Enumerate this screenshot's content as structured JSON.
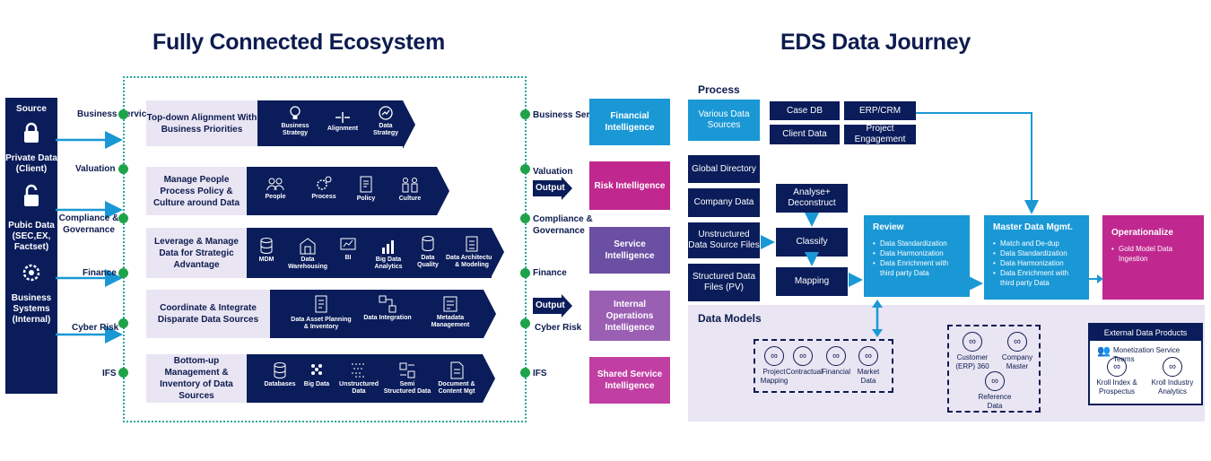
{
  "titles": {
    "left": "Fully Connected Ecosystem",
    "right": "EDS Data Journey"
  },
  "sources": {
    "header": "Source",
    "private": "Private Data (Client)",
    "public": "Pubic Data (SEC,EX, Factset)",
    "business": "Business Systems (Internal)"
  },
  "left_labels": [
    "Business Services",
    "Valuation",
    "Compliance & Governance",
    "Finance",
    "Cyber Risk",
    "IFS"
  ],
  "right_labels": [
    "Business Services",
    "Valuation",
    "Compliance & Governance",
    "Finance",
    "Cyber Risk",
    "IFS"
  ],
  "output_label": "Output",
  "rows": [
    {
      "label": "Top-down Alignment With Business Priorities",
      "items": [
        "Business Strategy",
        "Alignment",
        "Data Strategy"
      ]
    },
    {
      "label": "Manage People Process Policy & Culture around Data",
      "items": [
        "People",
        "Process",
        "Policy",
        "Culture"
      ]
    },
    {
      "label": "Leverage & Manage Data for Strategic Advantage",
      "items": [
        "MDM",
        "Data Warehousing",
        "BI",
        "Big Data Analytics",
        "Data Quality",
        "Data Architecture & Modeling"
      ]
    },
    {
      "label": "Coordinate & Integrate Disparate Data Sources",
      "items": [
        "Data Asset Planning & Inventory",
        "Data Integration",
        "Metadata Management"
      ]
    },
    {
      "label": "Bottom-up Management & Inventory of Data Sources",
      "items": [
        "Databases",
        "Big Data",
        "Unstructured Data",
        "Semi Structured Data",
        "Document & Content Mgt"
      ]
    }
  ],
  "intelligence": [
    {
      "label": "Financial Intelligence",
      "color": "#1a98d5"
    },
    {
      "label": "Risk Intelligence",
      "color": "#c0288f"
    },
    {
      "label": "Service Intelligence",
      "color": "#6a4fa3"
    },
    {
      "label": "Internal Operations Intelligence",
      "color": "#9a5fb3"
    },
    {
      "label": "Shared Service Intelligence",
      "color": "#c13fa3"
    }
  ],
  "journey": {
    "process_title": "Process",
    "various": "Various Data Sources",
    "case_db": "Case DB",
    "erp": "ERP/CRM",
    "client_data": "Client Data",
    "project_engagement": "Project Engagement",
    "global_directory": "Global Directory",
    "company_data": "Company Data",
    "unstructured": "Unstructured Data Source Files",
    "structured": "Structured Data Files (PV)",
    "analyse": "Analyse+ Deconstruct",
    "classify": "Classify",
    "mapping": "Mapping",
    "review": {
      "title": "Review",
      "items": [
        "Data Standardization",
        "Data Harmonization",
        "Data Enrichment with third party Data"
      ]
    },
    "master": {
      "title": "Master Data Mgmt.",
      "items": [
        "Match and De-dup",
        "Data Standardization",
        "Data Harmonization",
        "Data Enrichment with third party Data"
      ]
    },
    "operationalize": {
      "title": "Operationalize",
      "items": [
        "Gold Model Data Ingestion"
      ]
    }
  },
  "data_models": {
    "title": "Data Models",
    "group1": [
      "Project Mapping",
      "Contractual",
      "Financial",
      "Market Data"
    ],
    "group2": [
      "Customer (ERP) 360",
      "Company Master",
      "Reference Data"
    ],
    "external_title": "External Data Products",
    "external": [
      "Monetization Service Teams",
      "Kroll Index & Prospectus",
      "Kroll Industry Analytics"
    ]
  },
  "colors": {
    "navy": "#0a1c5a",
    "blue": "#1a98d5",
    "magenta": "#c0288f",
    "green": "#1fa34a",
    "lavender": "#e9e5f3"
  }
}
